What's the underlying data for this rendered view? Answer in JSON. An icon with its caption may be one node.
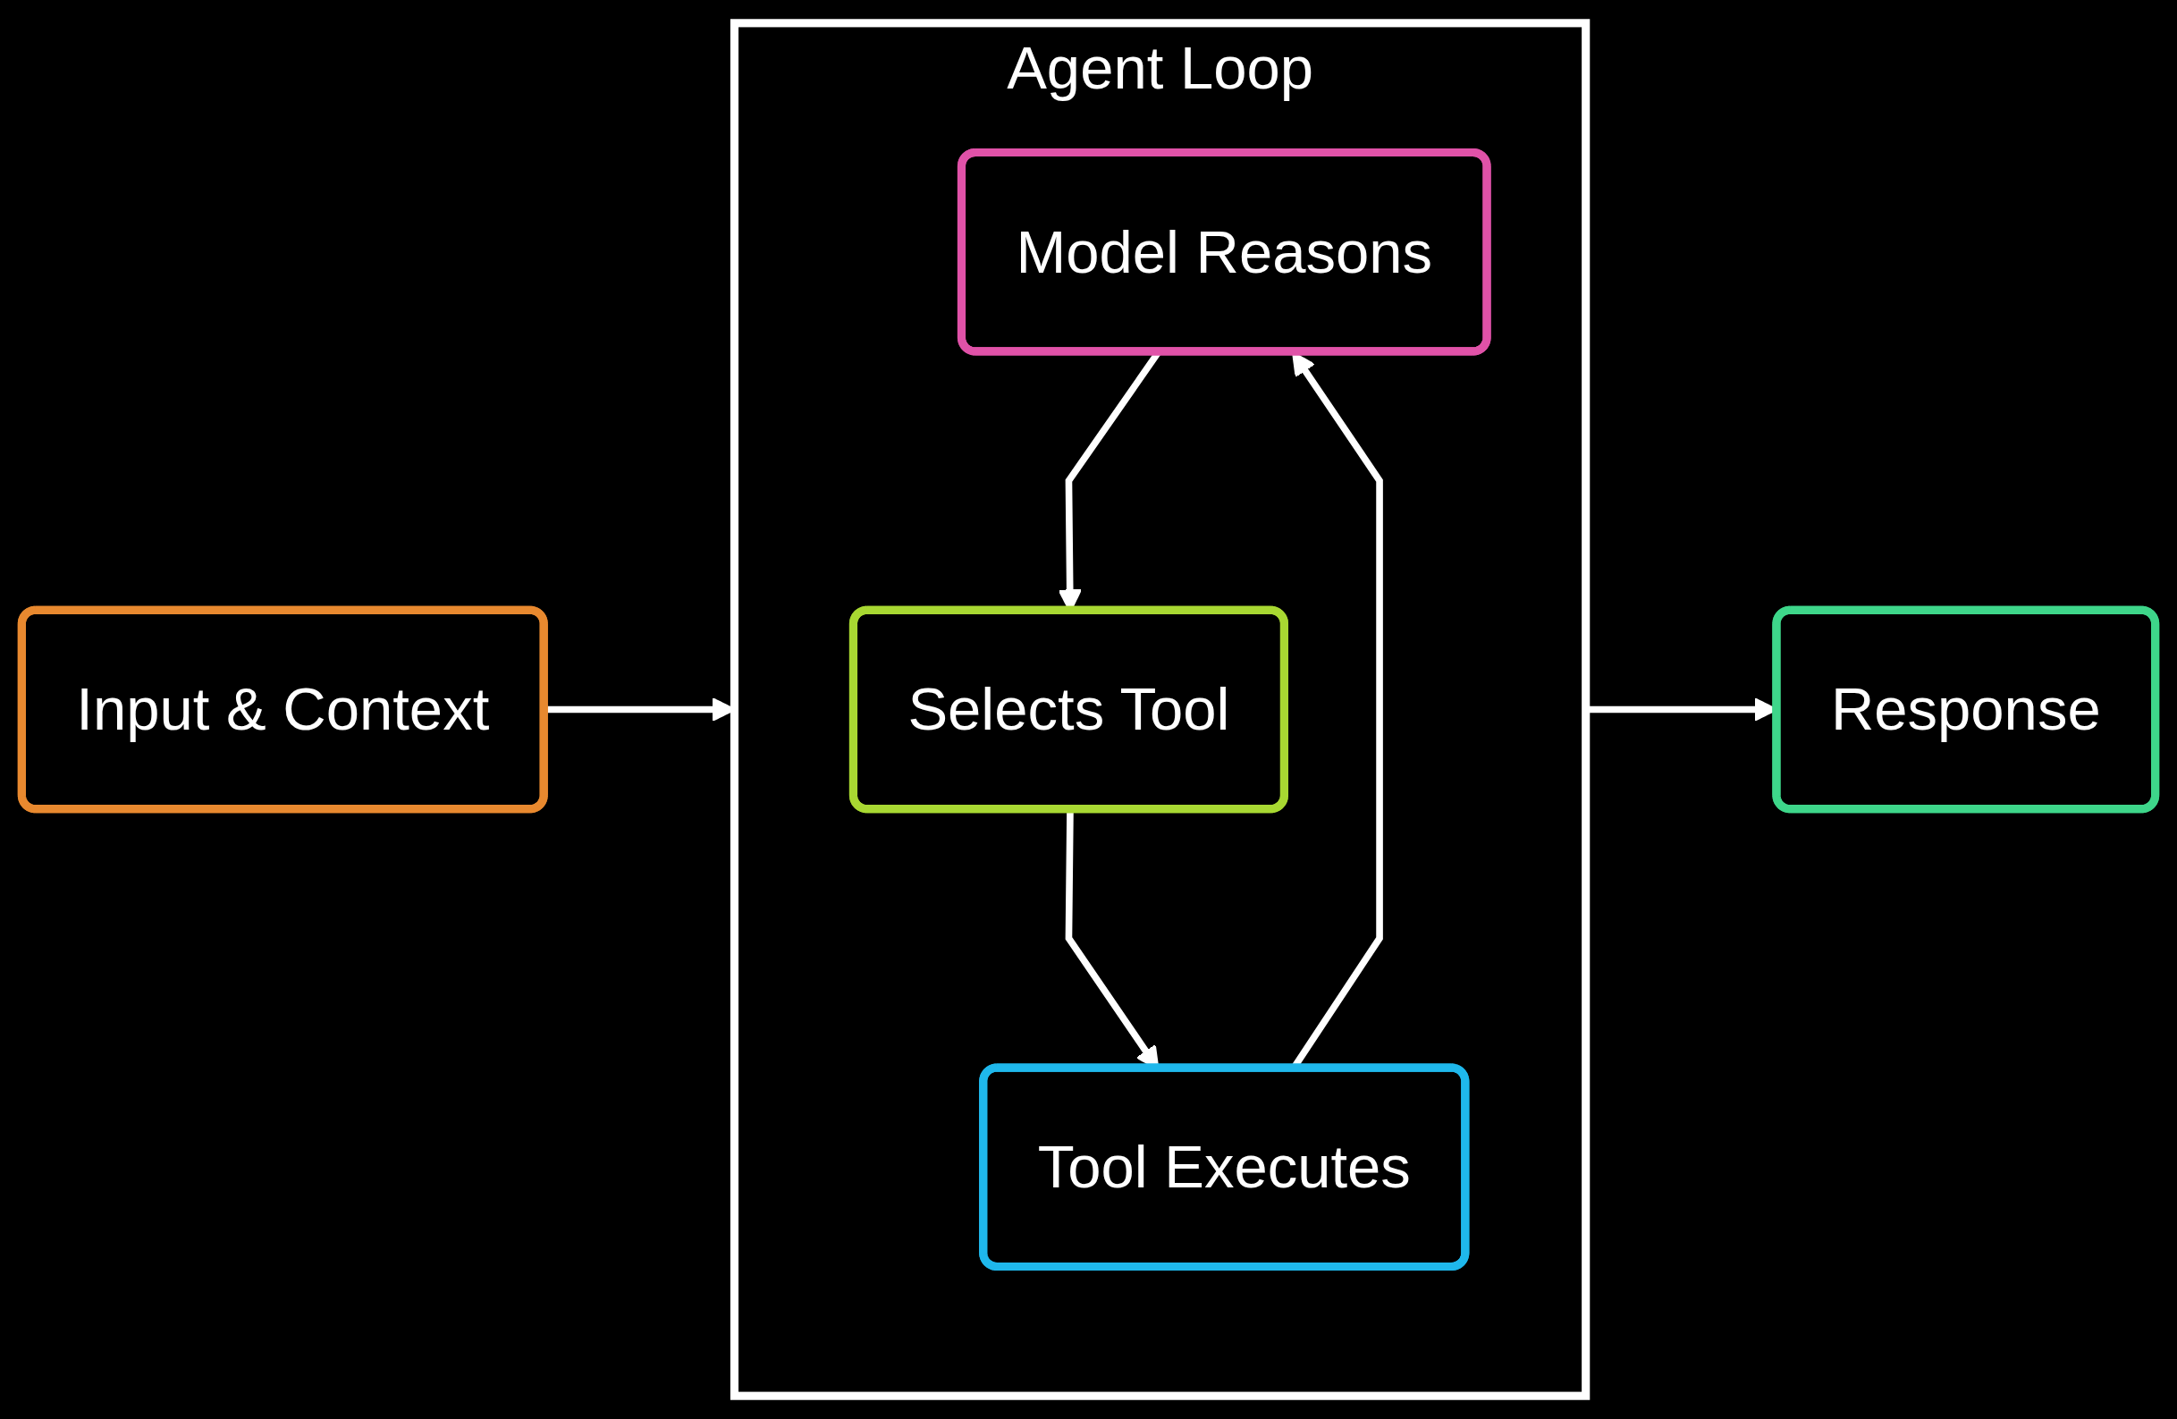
{
  "diagram": {
    "nodes": [
      {
        "text": [
          "Input & Context"
        ]
      },
      {
        "text": [
          "Agent Loop"
        ]
      },
      {
        "text": [
          "Model Reasons"
        ],
        "in": 1
      },
      {
        "text": [
          "Selects Tool"
        ],
        "in": 1
      },
      {
        "text": [
          "Tool Executes"
        ],
        "in": 1
      },
      {
        "text": [
          "Response"
        ]
      }
    ],
    "edges": [
      {
        "from": 0,
        "to": 1,
        "arrow": "to"
      },
      {
        "from": 2,
        "to": 3,
        "arrow": "to"
      },
      {
        "from": 3,
        "to": 4,
        "arrow": "to"
      },
      {
        "from": 4,
        "to": 2,
        "arrow": "to"
      },
      {
        "from": 1,
        "to": 5,
        "arrow": "to"
      }
    ]
  }
}
